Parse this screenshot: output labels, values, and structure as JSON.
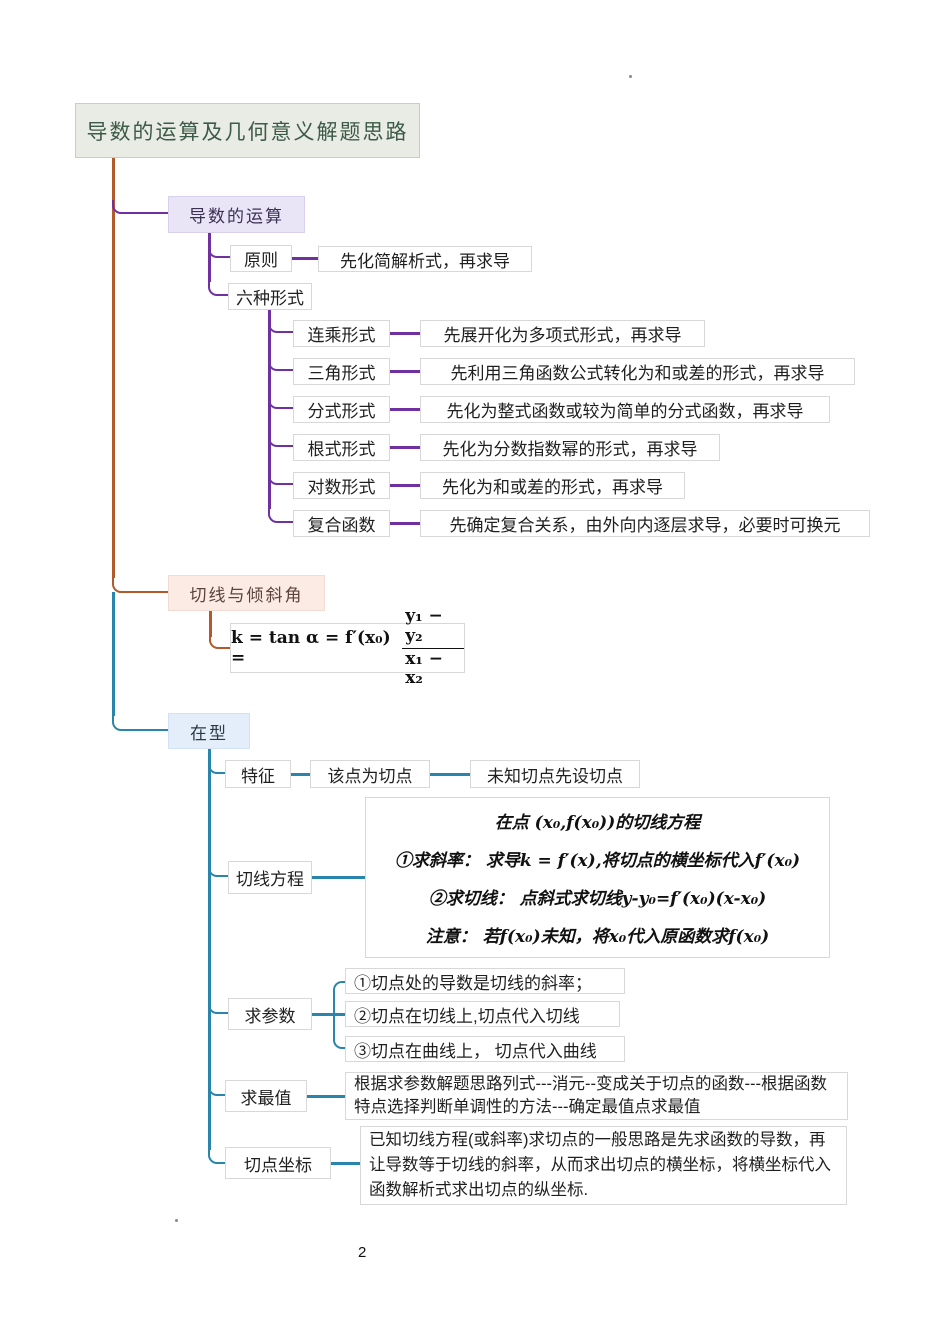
{
  "root": {
    "title": "导数的运算及几何意义解题思路"
  },
  "branch1": {
    "label": "导数的运算",
    "principle": {
      "label": "原则",
      "desc": "先化简解析式，再求导"
    },
    "forms": {
      "label": "六种形式",
      "items": [
        {
          "label": "连乘形式",
          "desc": "先展开化为多项式形式，再求导"
        },
        {
          "label": "三角形式",
          "desc": "先利用三角函数公式转化为和或差的形式，再求导"
        },
        {
          "label": "分式形式",
          "desc": "先化为整式函数或较为简单的分式函数，再求导"
        },
        {
          "label": "根式形式",
          "desc": "先化为分数指数幂的形式，再求导"
        },
        {
          "label": "对数形式",
          "desc": "先化为和或差的形式，再求导"
        },
        {
          "label": "复合函数",
          "desc": "先确定复合关系，由外向内逐层求导，必要时可换元"
        }
      ]
    }
  },
  "branch2": {
    "label": "切线与倾斜角",
    "formula": {
      "lead": "k = tan α = f′(x₀) =",
      "numerator": "y₁ − y₂",
      "denominator": "x₁ − x₂"
    }
  },
  "branch3": {
    "label": "在型",
    "feature": {
      "label": "特征",
      "mid": "该点为切点",
      "tip": "未知切点先设切点"
    },
    "tangent_eq": {
      "label": "切线方程",
      "line1": "在点 (x₀,f(x₀))的切线方程",
      "line2": "①求斜率： 求导k = f′(x),将切点的横坐标代入f′(x₀)",
      "line3": "②求切线： 点斜式求切线y-y₀=f′(x₀)(x-x₀)",
      "line4": "注意： 若f(x₀)未知，将x₀代入原函数求f(x₀)"
    },
    "params": {
      "label": "求参数",
      "items": [
        "①切点处的导数是切线的斜率；",
        "②切点在切线上,切点代入切线",
        "③切点在曲线上， 切点代入曲线"
      ]
    },
    "extremum": {
      "label": "求最值",
      "desc": "根据求参数解题思路列式---消元--变成关于切点的函数---根据函数特点选择判断单调性的方法---确定最值点求最值"
    },
    "tangent_point": {
      "label": "切点坐标",
      "desc": "已知切线方程(或斜率)求切点的一般思路是先求函数的导数，再让导数等于切线的斜率，从而求出切点的横坐标，将横坐标代入函数解析式求出切点的纵坐标."
    }
  },
  "page": {
    "number": "2"
  }
}
